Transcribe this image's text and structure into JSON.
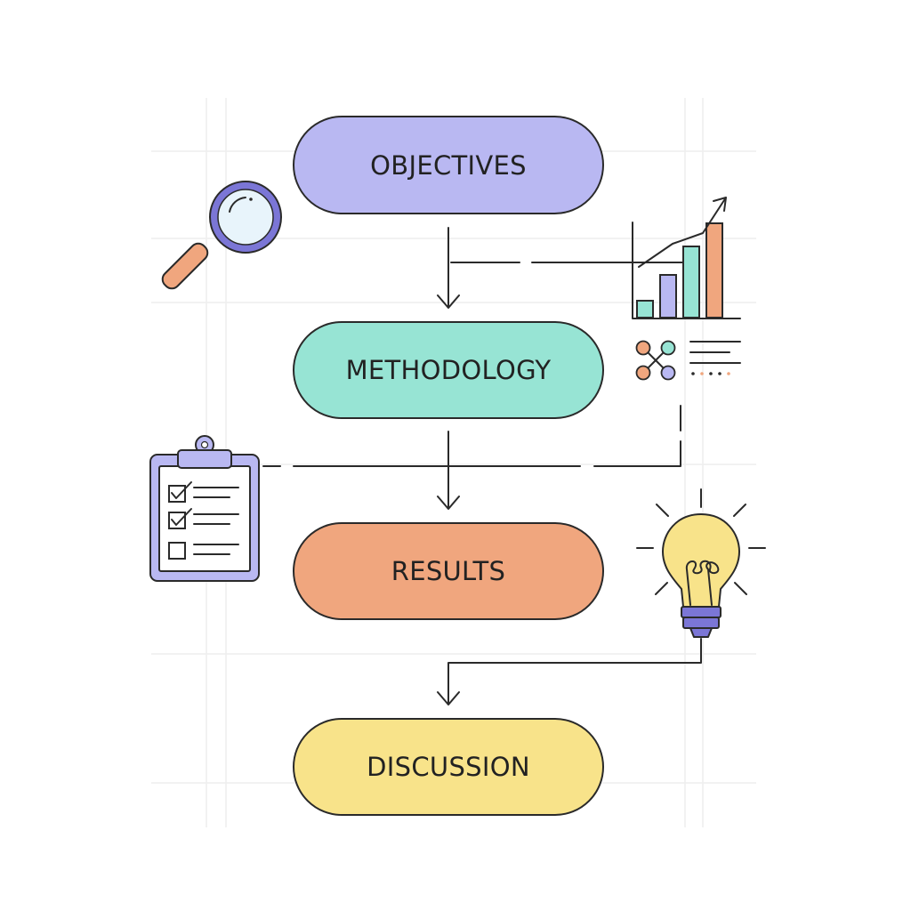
{
  "steps": [
    {
      "label": "OBJECTIVES",
      "color": "#b9b8f2"
    },
    {
      "label": "METHODOLOGY",
      "color": "#97e4d4"
    },
    {
      "label": "RESULTS",
      "color": "#f0a67e"
    },
    {
      "label": "DISCUSSION",
      "color": "#f8e38a"
    }
  ],
  "palette": {
    "purple": "#b9b8f2",
    "teal": "#97e4d4",
    "orange": "#f0a67e",
    "yellow": "#f8e38a",
    "outline": "#2a2a2a",
    "icon_purple": "#7b76d6"
  },
  "icons": {
    "magnifier": "magnifying-glass-icon",
    "chart": "bar-chart-icon",
    "network": "network-nodes-icon",
    "clipboard": "checklist-clipboard-icon",
    "bulb": "lightbulb-icon"
  },
  "bar_chart_levels": [
    0.18,
    0.44,
    0.74,
    0.98
  ]
}
